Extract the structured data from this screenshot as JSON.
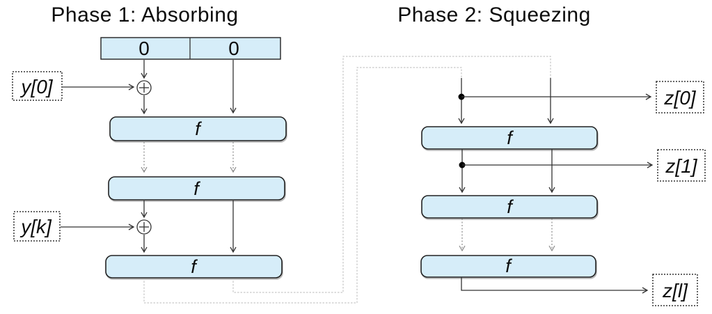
{
  "titles": {
    "phase1": "Phase 1: Absorbing",
    "phase2": "Phase 2: Squeezing"
  },
  "initial_state": {
    "rate_value": "0",
    "capacity_value": "0"
  },
  "permutation_label": "f",
  "inputs": {
    "first_block": "y[0]",
    "last_block": "y[k]"
  },
  "outputs": {
    "first_block": "z[0]",
    "second_block": "z[1]",
    "last_block": "z[l]"
  },
  "colors": {
    "box_fill": "#d6edf9",
    "box_border": "#222222",
    "arrow": "#333333",
    "faded_arrow": "#8c8c8c",
    "wrap_line": "#c6c6c6"
  }
}
